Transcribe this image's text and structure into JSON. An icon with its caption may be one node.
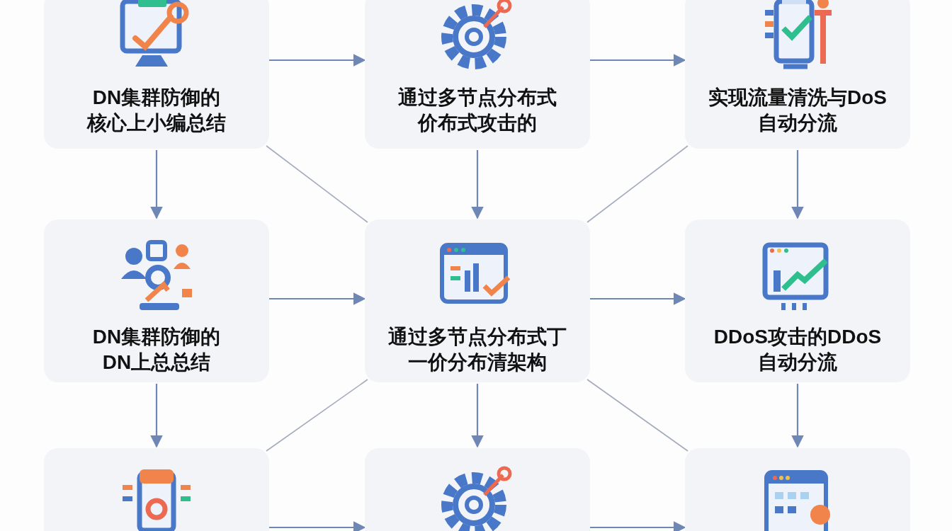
{
  "diagram": {
    "nodes": [
      {
        "text": [
          "DN集群防御的核心上小编总结"
        ]
      },
      {
        "text": [
          "通过多节点分布式价布式攻击的"
        ]
      },
      {
        "text": [
          "实现流量清洗与DoS自动分流"
        ]
      },
      {
        "text": [
          "DN集群防御的DN上总总结"
        ]
      },
      {
        "text": [
          "通过多节点分布式丁一价分布清架构"
        ]
      },
      {
        "text": [
          "DDoS攻击的DDoS自动分流"
        ]
      },
      {
        "text": [],
        "shape": "box"
      },
      {
        "text": [],
        "shape": "box"
      },
      {
        "text": [],
        "shape": "box"
      }
    ],
    "edges": [
      {
        "from": 0,
        "to": 1,
        "arrow": "to"
      },
      {
        "from": 1,
        "to": 2,
        "arrow": "to"
      },
      {
        "from": 0,
        "to": 3,
        "arrow": "to"
      },
      {
        "from": 1,
        "to": 4,
        "arrow": "to"
      },
      {
        "from": 2,
        "to": 5,
        "arrow": "to"
      },
      {
        "from": 0,
        "to": 4,
        "arrow": "none",
        "color": "#a3abbb"
      },
      {
        "from": 2,
        "to": 4,
        "arrow": "none",
        "color": "#a3abbb"
      },
      {
        "from": 3,
        "to": 4,
        "arrow": "to"
      },
      {
        "from": 4,
        "to": 5,
        "arrow": "to"
      },
      {
        "from": 3,
        "to": 6,
        "arrow": "to"
      },
      {
        "from": 4,
        "to": 7,
        "arrow": "to"
      },
      {
        "from": 5,
        "to": 8,
        "arrow": "to"
      },
      {
        "from": 4,
        "to": 6,
        "arrow": "none",
        "color": "#a3abbb"
      },
      {
        "from": 4,
        "to": 8,
        "arrow": "none",
        "color": "#a3abbb"
      },
      {
        "from": 6,
        "to": 7,
        "arrow": "to"
      },
      {
        "from": 7,
        "to": 8,
        "arrow": "to"
      }
    ]
  }
}
